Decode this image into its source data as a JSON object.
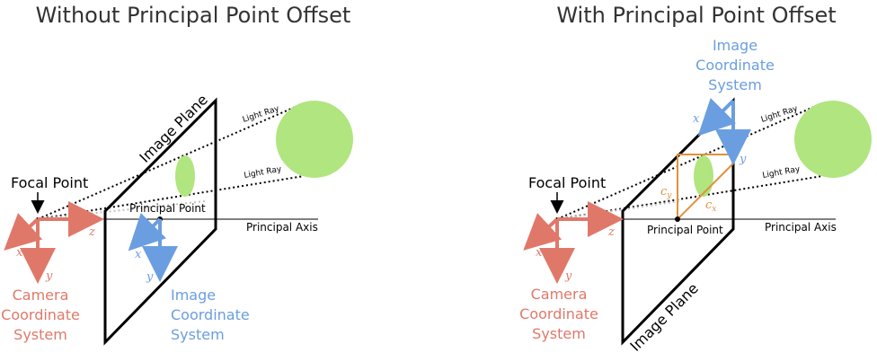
{
  "left": {
    "title": "Without Principal Point Offset",
    "image_plane_label": "Image Plane",
    "light_ray_top": "Light Ray",
    "light_ray_bottom": "Light Ray",
    "focal_point_label": "Focal Point",
    "principal_point_label": "Principal Point",
    "principal_axis_label": "Principal Axis",
    "camera_axis_x": "x",
    "camera_axis_y": "y",
    "camera_axis_z": "z",
    "camera_cs_line1": "Camera",
    "camera_cs_line2": "Coordinate",
    "camera_cs_line3": "System",
    "image_axis_x": "x",
    "image_axis_y": "y",
    "image_cs_line1": "Image",
    "image_cs_line2": "Coordinate",
    "image_cs_line3": "System"
  },
  "right": {
    "title": "With Principal Point Offset",
    "image_plane_label": "Image Plane",
    "light_ray_top": "Light Ray",
    "light_ray_bottom": "Light Ray",
    "focal_point_label": "Focal Point",
    "principal_point_label": "Principal Point",
    "principal_axis_label": "Principal Axis",
    "camera_axis_x": "x",
    "camera_axis_y": "y",
    "camera_axis_z": "z",
    "camera_cs_line1": "Camera",
    "camera_cs_line2": "Coordinate",
    "camera_cs_line3": "System",
    "image_axis_x": "x",
    "image_axis_y": "y",
    "image_cs_line1": "Image",
    "image_cs_line2": "Coordinate",
    "image_cs_line3": "System",
    "offset_cy": "c",
    "offset_cy_sub": "y",
    "offset_cx": "c",
    "offset_cx_sub": "x"
  },
  "colors": {
    "camera": "#e0786a",
    "image": "#6a9ee0",
    "object": "#b1e57f",
    "offset": "#e0913c",
    "ray": "#000000",
    "ray_behind": "#c0c0c0",
    "text": "#000000",
    "title": "#333333"
  }
}
